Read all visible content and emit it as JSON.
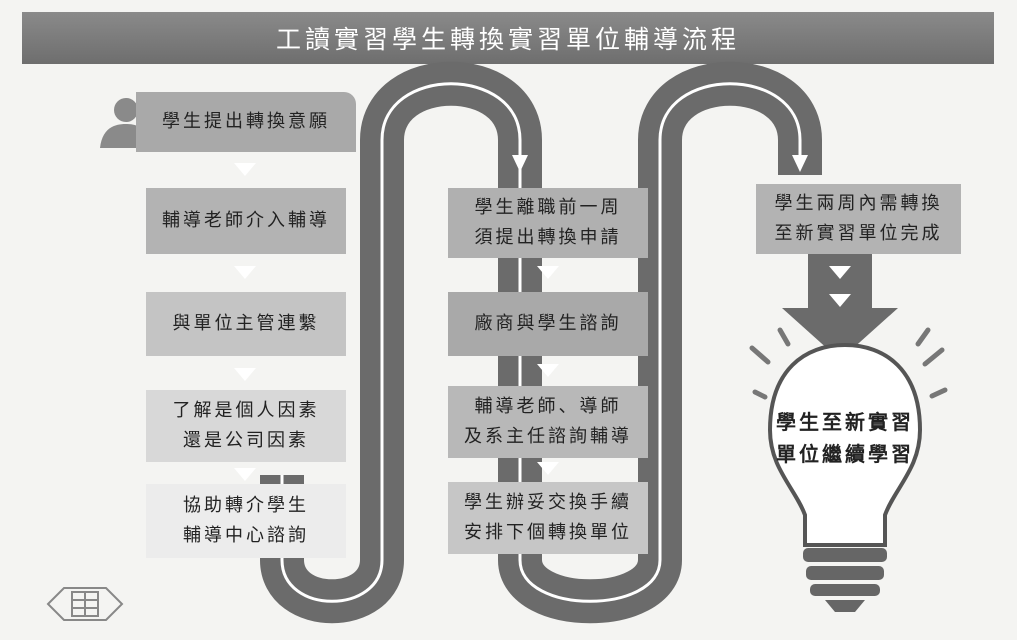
{
  "title": "工讀實習學生轉換實習單位輔導流程",
  "column1": {
    "step1": "學生提出轉換意願",
    "step2": "輔導老師介入輔導",
    "step3": "與單位主管連繫",
    "step4_line1": "了解是個人因素",
    "step4_line2": "還是公司因素",
    "step5_line1": "協助轉介學生",
    "step5_line2": "輔導中心諮詢"
  },
  "column2": {
    "step1_line1": "學生離職前一周",
    "step1_line2": "須提出轉換申請",
    "step2": "廠商與學生諮詢",
    "step3_line1": "輔導老師、導師",
    "step3_line2": "及系主任諮詢輔導",
    "step4_line1": "學生辦妥交換手續",
    "step4_line2": "安排下個轉換單位"
  },
  "column3": {
    "step1_line1": "學生兩周內需轉換",
    "step1_line2": "至新實習單位完成",
    "result_line1": "學生至新實習",
    "result_line2": "單位繼續學習"
  },
  "icons": {
    "person": "person-icon",
    "lightbulb": "lightbulb-icon",
    "logo": "school-logo"
  },
  "colors": {
    "title_bar": "#7a7a7a",
    "road": "#6b6b6b",
    "box_dark": "#a9a9a9",
    "box_mid": "#c4c4c4",
    "box_light": "#e2e2e2"
  }
}
